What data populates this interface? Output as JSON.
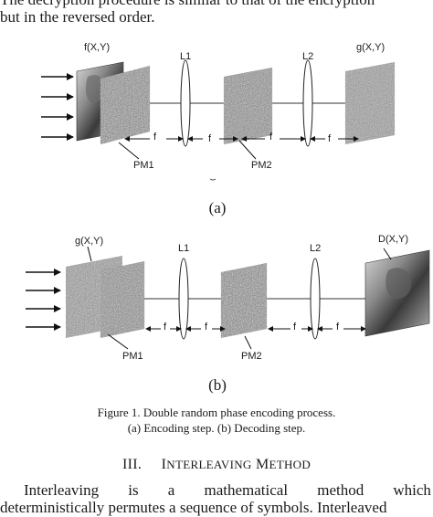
{
  "top_text": {
    "line1": "The decryption procedure is similar to that of the encryption",
    "line2": "but in the reversed order."
  },
  "diagram_a": {
    "input_label": "f(X,Y)",
    "lens1_label": "L1",
    "lens2_label": "L2",
    "output_label": "g(X,Y)",
    "mask1_label": "PM1",
    "mask2_label": "PM2",
    "f_label": "f",
    "sublabel": "(a)"
  },
  "diagram_b": {
    "input_label": "g(X,Y)",
    "lens1_label": "L1",
    "lens2_label": "L2",
    "output_label": "D(X,Y)",
    "mask1_label": "PM1",
    "mask2_label": "PM2",
    "f_label": "f",
    "sublabel": "(b)"
  },
  "caption": {
    "line1": "Figure 1.    Double random phase encoding process.",
    "line2": "(a) Encoding step. (b) Decoding step."
  },
  "section": {
    "number": "III.",
    "title_first": "I",
    "title_rest": "NTERLEAVING",
    "title_first2": "M",
    "title_rest2": "ETHOD"
  },
  "body": {
    "line1_words": [
      "Interleaving",
      "is",
      "a",
      "mathematical",
      "method",
      "which"
    ],
    "line2": "deterministically permutes a sequence of symbols.  Interleaved"
  }
}
